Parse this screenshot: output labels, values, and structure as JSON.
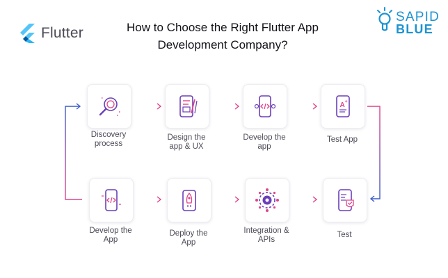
{
  "header": {
    "brand_left": "Flutter",
    "brand_right_line1": "SAPID",
    "brand_right_line2": "BLUE",
    "title_line1": "How to Choose the Right Flutter App",
    "title_line2": "Development Company?"
  },
  "steps": [
    {
      "label_line1": "Discovery",
      "label_line2": "process",
      "icon": "discovery-magnifier-icon"
    },
    {
      "label_line1": "Design the",
      "label_line2": "app & UX",
      "icon": "design-phone-icon"
    },
    {
      "label_line1": "Develop the",
      "label_line2": "app",
      "icon": "develop-phone-code-icon"
    },
    {
      "label_line1": "Test App",
      "label_line2": "",
      "icon": "test-phone-grade-icon"
    },
    {
      "label_line1": "Test",
      "label_line2": "",
      "icon": "test-checklist-phone-icon"
    },
    {
      "label_line1": "Integration &",
      "label_line2": "APIs",
      "icon": "integration-gear-icon"
    },
    {
      "label_line1": "Deploy the",
      "label_line2": "App",
      "icon": "deploy-rocket-phone-icon"
    },
    {
      "label_line1": "Develop the",
      "label_line2": "App",
      "icon": "develop-app-code-icon"
    }
  ],
  "colors": {
    "flow_start": "#3b5bc9",
    "flow_end": "#e0438a",
    "icon_purple": "#6a3fb8",
    "icon_pink": "#e0438a",
    "brand_blue": "#1d93d2",
    "flutter_light": "#54c5f8",
    "flutter_dark": "#01579b"
  }
}
